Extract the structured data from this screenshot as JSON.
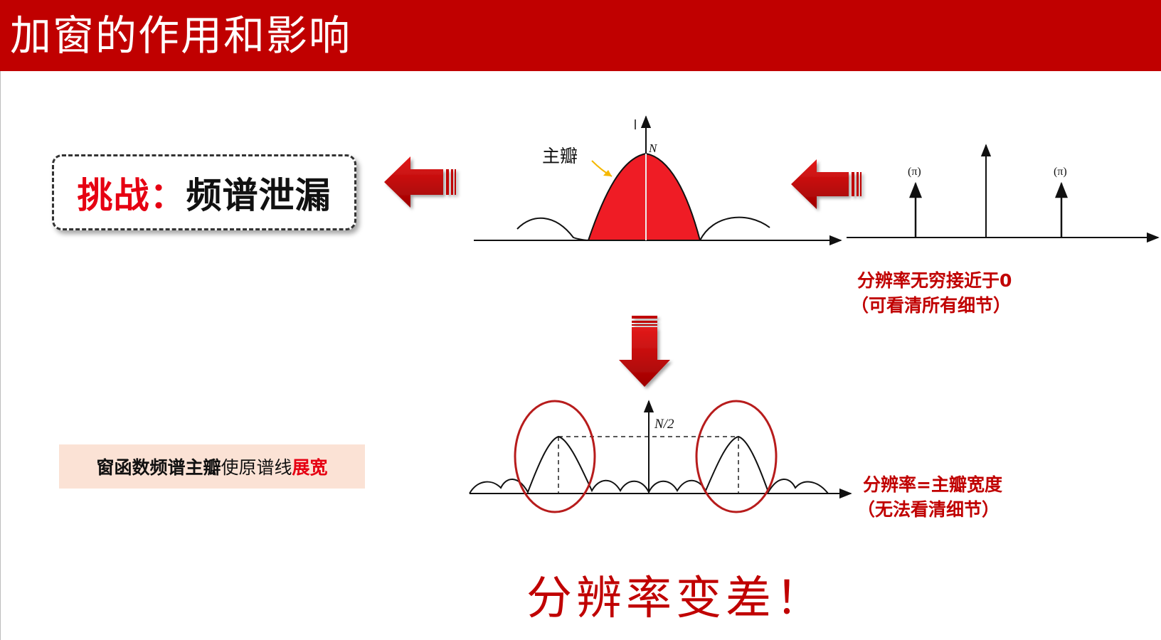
{
  "header": {
    "title": "加窗的作用和影响"
  },
  "challenge": {
    "label": "挑战：",
    "text": "频谱泄漏"
  },
  "top_plot": {
    "main_lobe_label": "主瓣",
    "peak_label": "N"
  },
  "impulse_plot": {
    "left_label": "(π)",
    "right_label": "(π)"
  },
  "ideal_caption": {
    "line1": "分辨率无穷接近于0",
    "line2": "（可看清所有细节）"
  },
  "bottom_plot": {
    "peak_label": "N/2"
  },
  "window_caption": {
    "line1": "分辨率=主瓣宽度",
    "line2": "（无法看清细节）"
  },
  "note": {
    "part1": "窗函数频谱主瓣",
    "part2": "使原谱线",
    "part3": "展宽"
  },
  "conclusion": {
    "text": "分辨率变差！"
  },
  "colors": {
    "header": "#c00000",
    "accent_red": "#e60012",
    "lobe_fill": "#ef1c25",
    "ellipse": "#b71c1c",
    "note_bg": "#fbe2d5"
  }
}
